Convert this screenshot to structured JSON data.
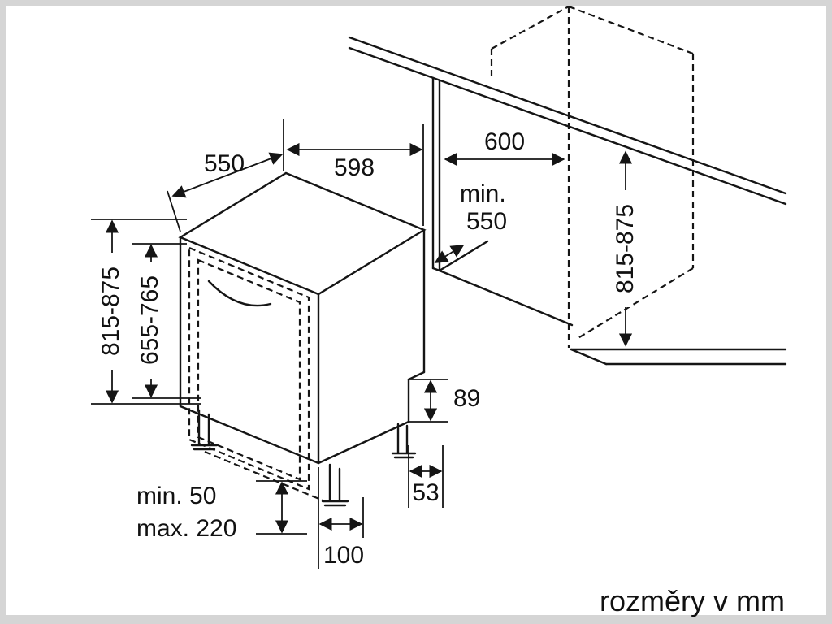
{
  "caption": "rozměry v mm",
  "labels": {
    "depth_top": "550",
    "width_top": "598",
    "niche_width": "600",
    "niche_depth_min": "min.",
    "niche_depth_value": "550",
    "height_overall_left": "815-875",
    "door_height": "655-765",
    "height_overall_right": "815-875",
    "rear_plinth_height": "89",
    "rear_foot_offset": "53",
    "front_foot_inset": "100",
    "plinth_min": "min. 50",
    "plinth_max": "max. 220"
  },
  "colors": {
    "line": "#151515",
    "background": "#ffffff",
    "frame": "#d5d5d5"
  }
}
